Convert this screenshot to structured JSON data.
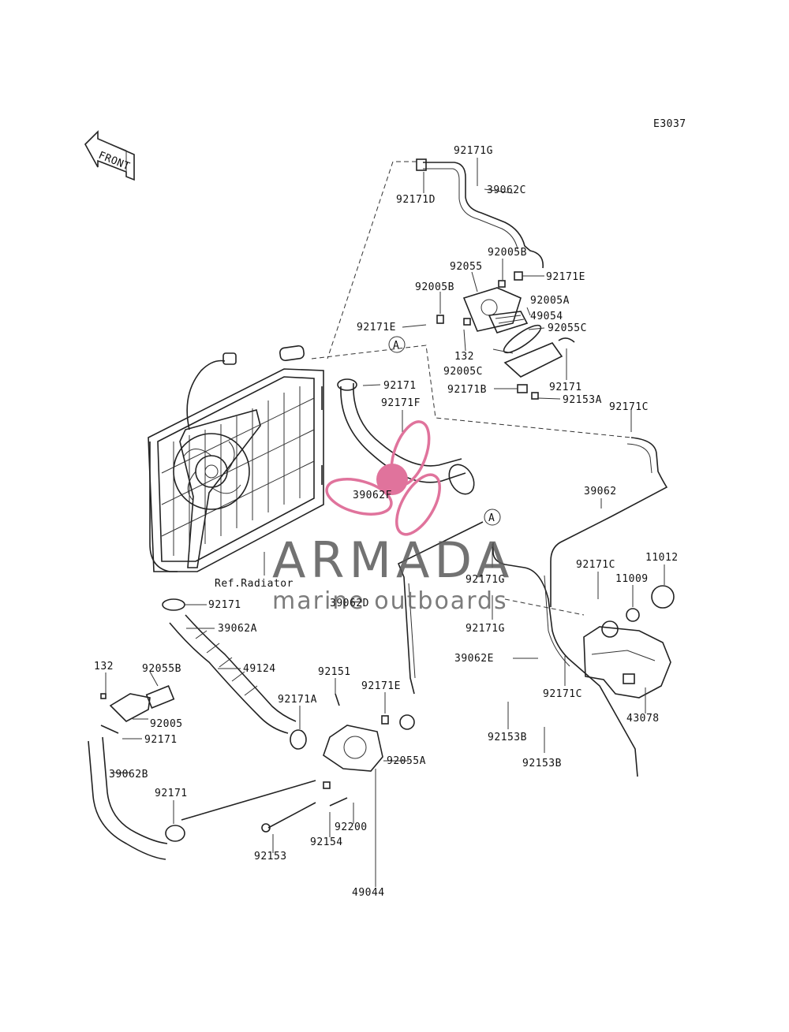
{
  "diagram_code": "E3037",
  "front_label": "FRONT",
  "ref_label": "Ref.Radiator",
  "watermark": {
    "title": "ARMADA",
    "subtitle": "marine outboards",
    "propeller_color": "#e0739c",
    "text_color": "#5a5a5a"
  },
  "callout_A": "A",
  "labels": {
    "p92171G_top": "92171G",
    "p39062C": "39062C",
    "p92171D": "92171D",
    "p92005B_a": "92005B",
    "p92055": "92055",
    "p92171E_top": "92171E",
    "p92005B_b": "92005B",
    "p92005A": "92005A",
    "p49054": "49054",
    "p92171E_left": "92171E",
    "p92055C": "92055C",
    "p132_top": "132",
    "p92005C": "92005C",
    "p92171_thermo": "92171",
    "p92171_upper": "92171",
    "p92171B": "92171B",
    "p92153A": "92153A",
    "p92171F": "92171F",
    "p92171C_right": "92171C",
    "p39062F": "39062F",
    "p39062": "39062",
    "p11012": "11012",
    "p92171C_mid": "92171C",
    "p11009": "11009",
    "p92171G_a": "92171G",
    "p39062D": "39062D",
    "p92171G_b": "92171G",
    "p92171_lower": "92171",
    "p39062A": "39062A",
    "p39062E": "39062E",
    "p92171C_tank": "92171C",
    "p132_left": "132",
    "p92055B": "92055B",
    "p49124": "49124",
    "p92151": "92151",
    "p92171E_pump": "92171E",
    "p43078": "43078",
    "p92005": "92005",
    "p92171A": "92171A",
    "p92171_left": "92171",
    "p92153B_a": "92153B",
    "p92153B_b": "92153B",
    "p39062B": "39062B",
    "p92055A": "92055A",
    "p92171_bottom": "92171",
    "p92200": "92200",
    "p92154": "92154",
    "p92153": "92153",
    "p49044": "49044"
  }
}
